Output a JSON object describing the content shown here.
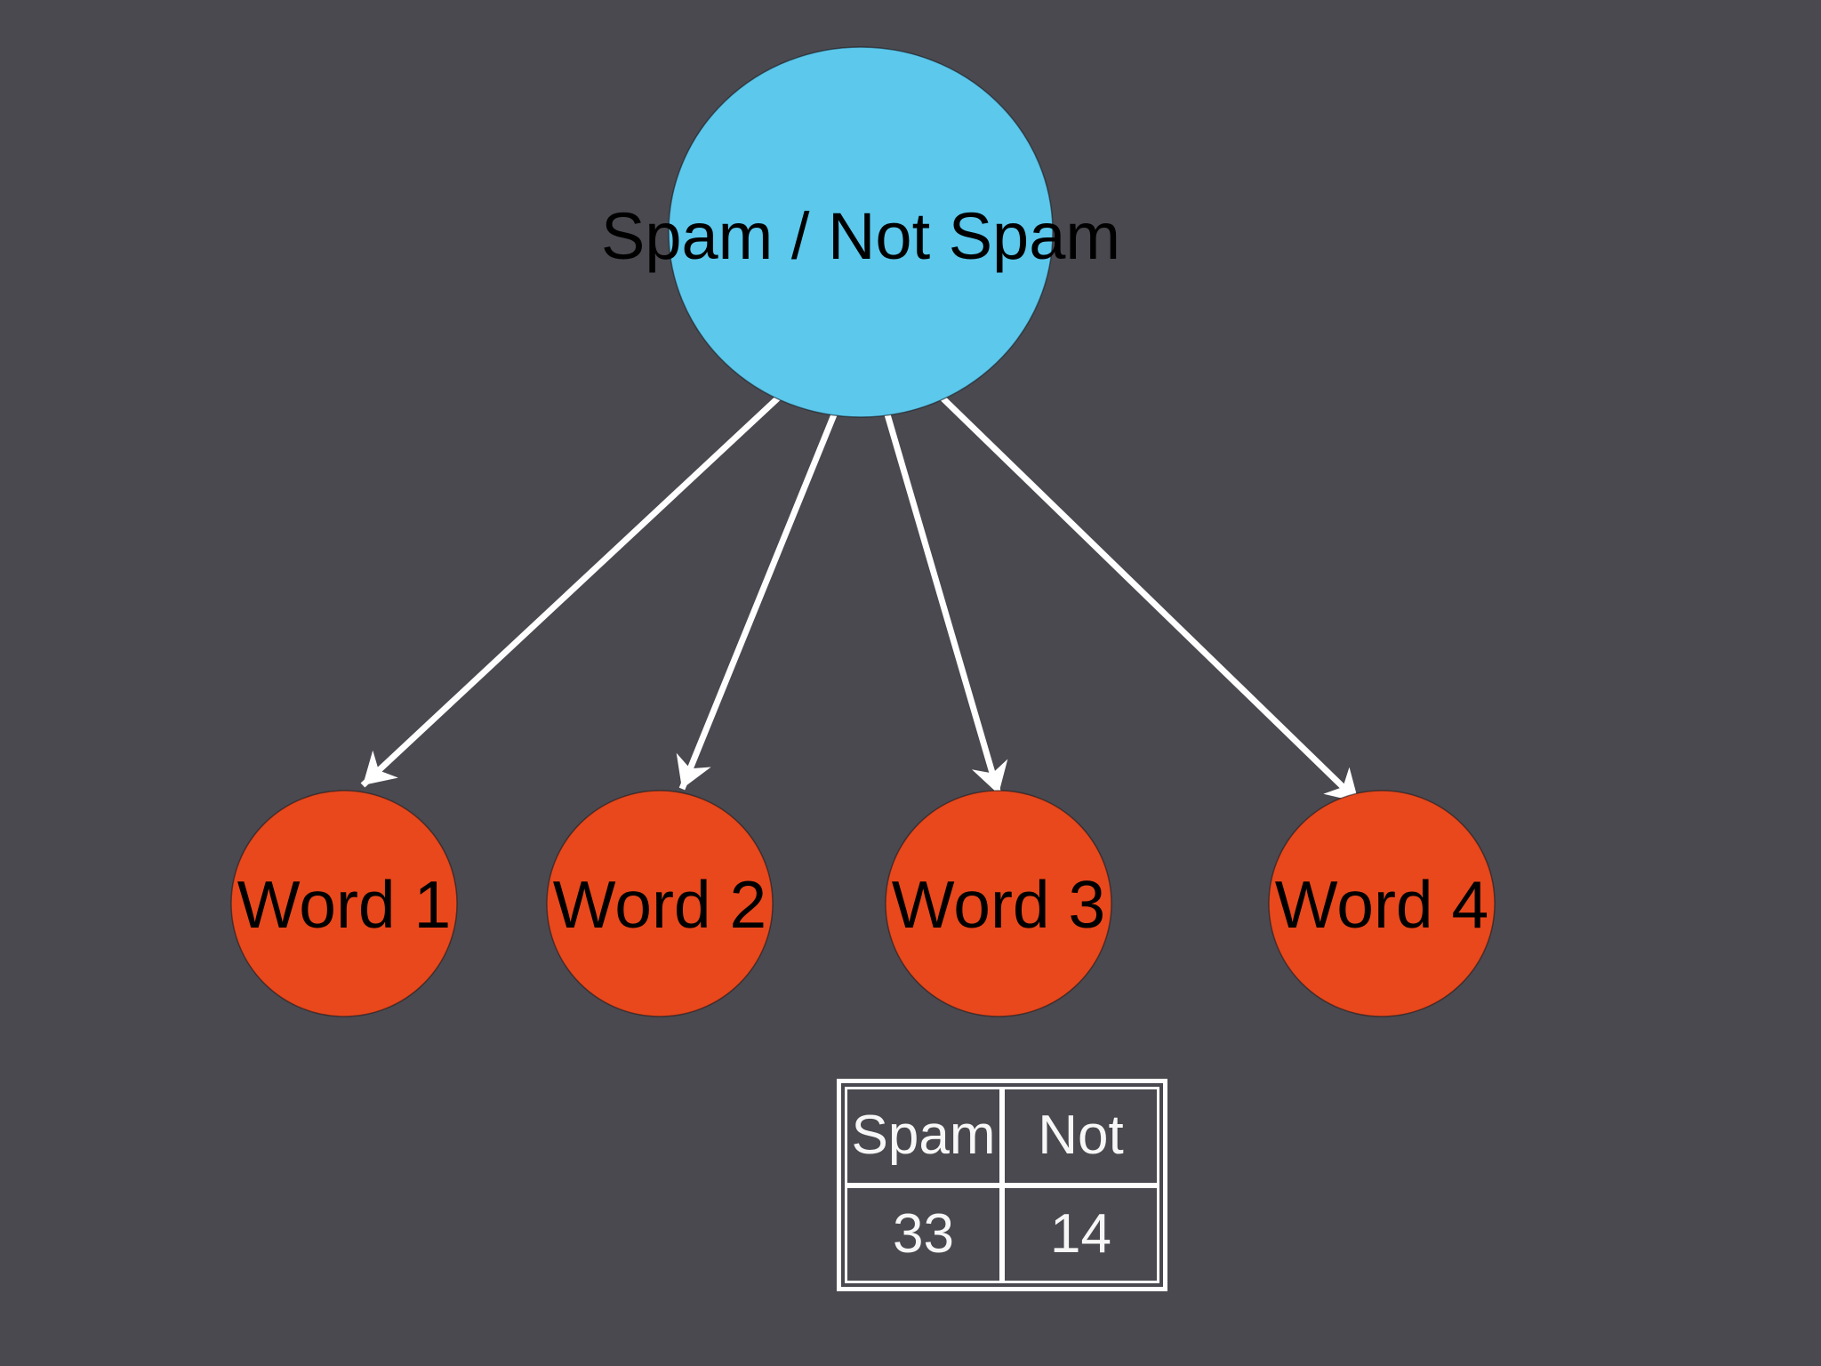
{
  "diagram": {
    "root_node": {
      "label": "Spam / Not Spam"
    },
    "word_nodes": [
      {
        "label": "Word 1"
      },
      {
        "label": "Word 2"
      },
      {
        "label": "Word 3"
      },
      {
        "label": "Word 4"
      }
    ],
    "table": {
      "headers": [
        "Spam",
        "Not"
      ],
      "values": [
        "33",
        "14"
      ]
    }
  },
  "colors": {
    "background": "#4A494F",
    "root_node": "#5BC8EC",
    "word_node": "#E8481C",
    "arrow": "#FFFFFF",
    "table_border": "#FFFFFF",
    "table_text": "#F7F7F7",
    "node_text": "#000000"
  }
}
